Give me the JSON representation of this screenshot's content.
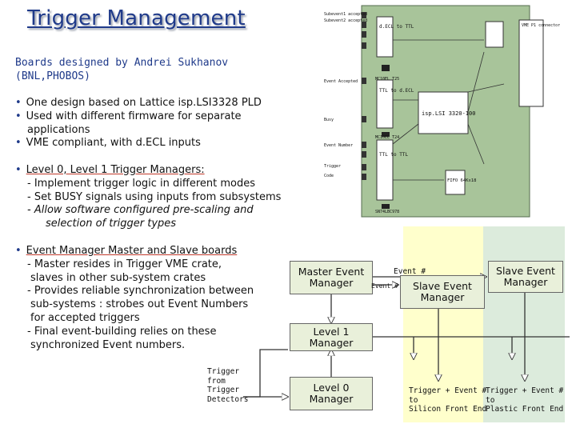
{
  "title": "Trigger Management",
  "subtitle": [
    "Boards designed by Andrei Sukhanov",
    "(BNL,PHOBOS)"
  ],
  "section1": [
    "One design based on Lattice isp.LSI3328 PLD",
    "Used with different firmware for separate",
    "applications",
    "VME compliant, with d.ECL inputs"
  ],
  "section2": {
    "heading": "Level 0, Level 1 Trigger Managers:",
    "items": [
      "- Implement trigger logic in different modes",
      "- Set BUSY signals using inputs from subsystems",
      "- Allow software configured pre-scaling and",
      "selection of trigger types"
    ]
  },
  "section3": {
    "heading": "Event Manager Master and Slave boards",
    "items": [
      "- Master resides in Trigger VME crate,",
      "slaves in other sub-system crates",
      "- Provides reliable synchronization between",
      "sub-systems : strobes out Event Numbers",
      "for accepted triggers",
      "- Final event-building relies on these",
      "synchronized Event numbers."
    ]
  },
  "diagram": {
    "master_event_manager": "Master Event Manager",
    "slave_event_manager_1": "Slave Event Manager",
    "slave_event_manager_2": "Slave Event Manager",
    "level1_manager": "Level 1 Manager",
    "level0_manager": "Level 0 Manager",
    "event_label_top": "Event #",
    "event_label_mid": "Event #",
    "trigger_from": [
      "Trigger",
      "from",
      "Trigger",
      "Detectors"
    ],
    "silicon_out": [
      "Trigger + Event #",
      "to",
      "Silicon Front End"
    ],
    "plastic_out": [
      "Trigger + Event #",
      "to",
      "Plastic Front End"
    ]
  },
  "board": {
    "left_labels": [
      "Subevent1 accepted",
      "Subevent2 accepted",
      "Event Accepted",
      "Busy",
      "Event Number",
      "Trigger",
      "Code"
    ],
    "chips": [
      "MC10EL T25",
      "MC10EL T24",
      "isp.LSI 3320-100",
      "SN74LBC978",
      "FIFO 64Kx18"
    ],
    "side_labels": [
      "d.ECL to TTL",
      "TTL to d.ECL",
      "TTL to TTL",
      "VME P1 connector"
    ]
  },
  "colors": {
    "title": "#1f3a8a",
    "board": "#a8c49a",
    "yellow_panel": "#ffffcc",
    "green_panel": "#dcebdc",
    "box": "#e9f0da"
  }
}
